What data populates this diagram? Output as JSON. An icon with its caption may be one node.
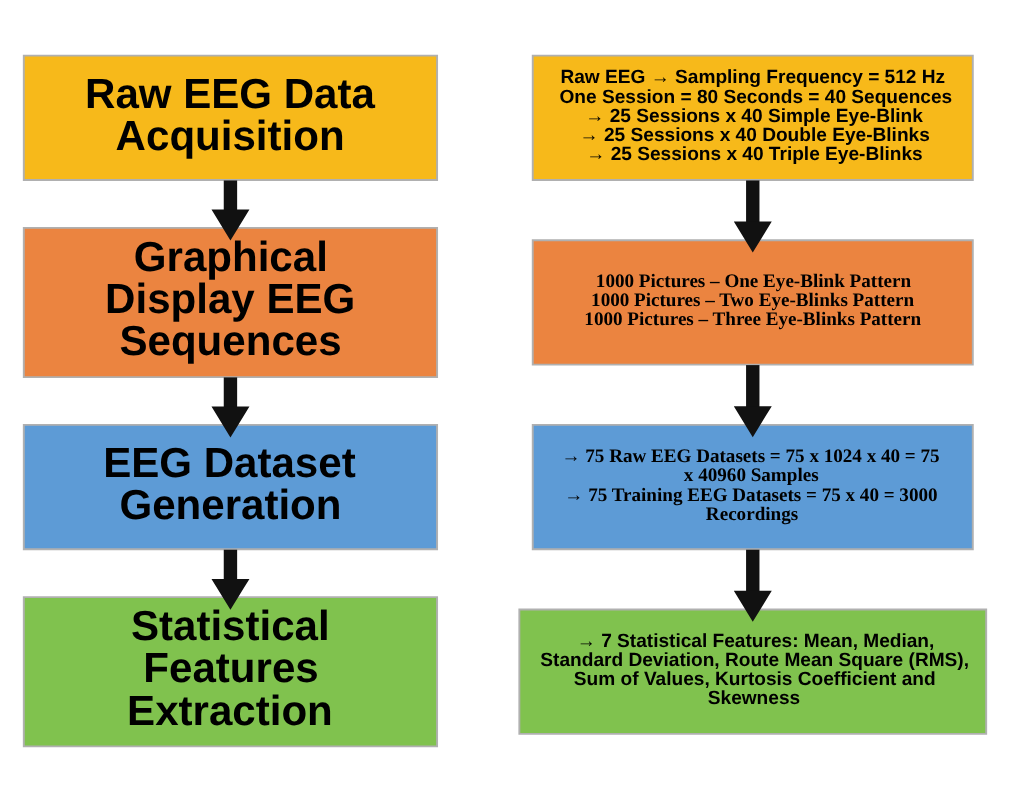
{
  "diagram": {
    "nodes": [
      {
        "text": [
          "Raw EEG Data Acquisition"
        ]
      },
      {
        "text": [
          "Graphical Display EEG Sequences"
        ]
      },
      {
        "text": [
          "EEG Dataset Generation"
        ]
      },
      {
        "text": [
          "Statistical Features Extraction"
        ]
      },
      {
        "text": [
          "Raw EEG → Sampling Frequency = 512 Hz",
          "One Session = 80 Seconds = 40 Sequences",
          "→ 25 Sessions x 40 Simple Eye-Blink",
          "→ 25 Sessions x 40 Double Eye-Blinks",
          "→ 25 Sessions x 40 Triple Eye-Blinks"
        ]
      },
      {
        "text": [
          "1000 Pictures – One Eye-Blink Pattern",
          "1000 Pictures – Two Eye-Blinks Pattern",
          "1000 Pictures – Three Eye-Blinks Pattern"
        ]
      },
      {
        "text": [
          "→ 75 Raw EEG Datasets = 75 x 1024 x 40 = 75 x 40960 Samples",
          "→ 75 Training EEG Datasets = 75 x 40 = 3000 Recordings"
        ]
      },
      {
        "text": [
          "→ 7 Statistical Features: Mean, Median, Standard Deviation, Route Mean Square (RMS), Sum of Values, Kurtosis Coefficient and Skewness"
        ]
      }
    ],
    "edges": [
      {
        "from": 0,
        "to": 1,
        "arrow": "to"
      },
      {
        "from": 1,
        "to": 2,
        "arrow": "to"
      },
      {
        "from": 2,
        "to": 3,
        "arrow": "to"
      },
      {
        "from": 4,
        "to": 5,
        "arrow": "to"
      },
      {
        "from": 5,
        "to": 6,
        "arrow": "to"
      },
      {
        "from": 6,
        "to": 7,
        "arrow": "to"
      }
    ]
  }
}
